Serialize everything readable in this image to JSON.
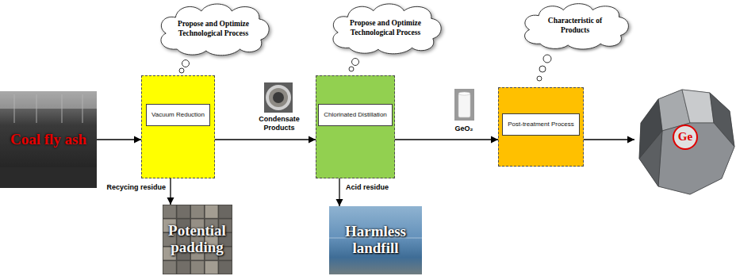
{
  "diagram": {
    "nodes": [
      {
        "text": [
          "Coal fly ash"
        ]
      },
      {
        "text": [
          "Propose and Optimize Technological Process"
        ]
      },
      {
        "text": [
          "Vacuum Reduction"
        ]
      },
      {
        "text": [
          "Potential padding"
        ]
      },
      {
        "text": [
          "Propose and Optimize Technological Process"
        ]
      },
      {
        "text": [
          "Chlorinated Distillation"
        ]
      },
      {
        "text": [
          "Harmless landfill"
        ]
      },
      {
        "text": [
          "Characteristic of Products"
        ]
      },
      {
        "text": [
          "Post-treatment Process"
        ]
      },
      {
        "text": [
          "Ge"
        ]
      }
    ],
    "edges": [
      {
        "from": 0,
        "to": 2,
        "arrow": "to"
      },
      {
        "from": 2,
        "to": 5,
        "label": "Condensate Products",
        "arrow": "to"
      },
      {
        "from": 5,
        "to": 8,
        "label": "GeO₂",
        "arrow": "to"
      },
      {
        "from": 8,
        "to": 9,
        "arrow": "to"
      },
      {
        "from": 2,
        "to": 3,
        "label": "Recycing residue",
        "arrow": "to"
      },
      {
        "from": 5,
        "to": 6,
        "label": "Acid residue",
        "arrow": "to"
      }
    ]
  }
}
